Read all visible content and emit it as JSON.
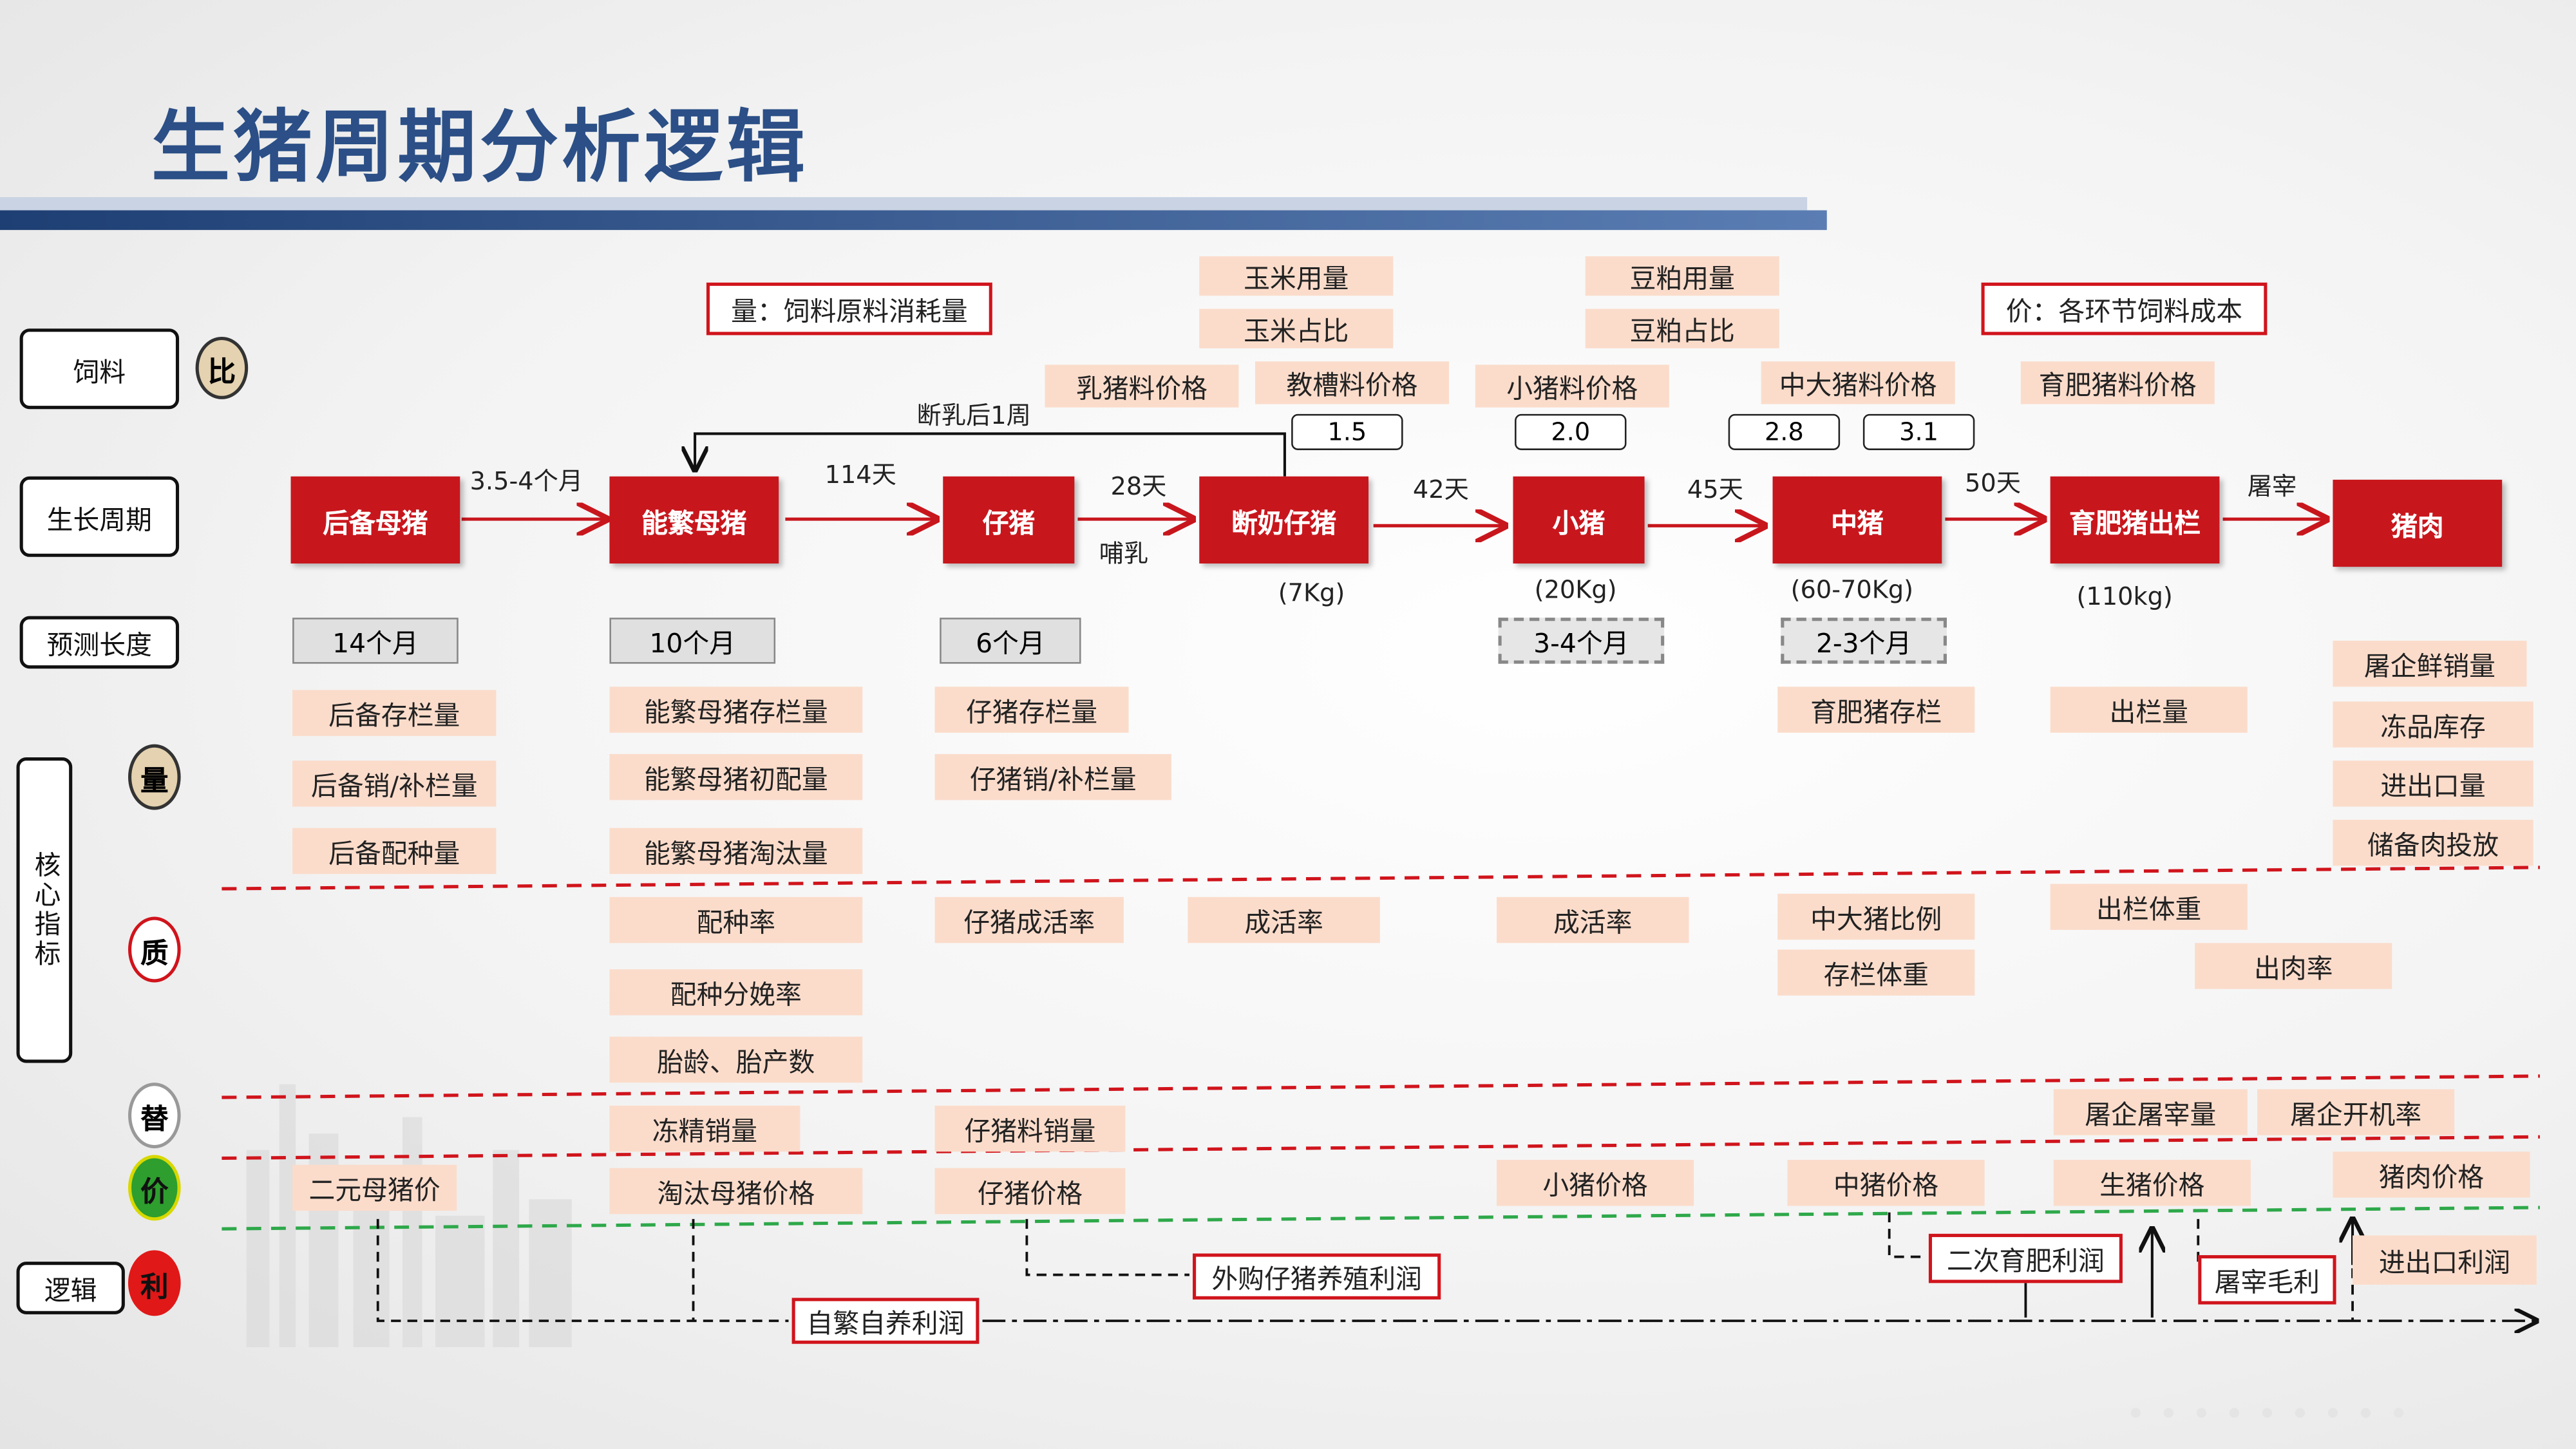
{
  "title": "生猪周期分析逻辑",
  "row_labels": {
    "feed": "饲料",
    "cycle": "生长周期",
    "forecast": "预测长度",
    "core": "核心指标",
    "logic": "逻辑"
  },
  "circle_labels": {
    "ratio": "比",
    "quantity": "量",
    "quality": "质",
    "substitute": "替",
    "price": "价",
    "profit": "利"
  },
  "stages": [
    "后备母猪",
    "能繁母猪",
    "仔猪",
    "断奶仔猪",
    "小猪",
    "中猪",
    "育肥猪出栏",
    "猪肉"
  ],
  "stage_links": [
    "3.5-4个月",
    "114天",
    "28天",
    "42天",
    "45天",
    "50天",
    "屠宰"
  ],
  "nursing": "哺乳",
  "weaning_note": "断乳后1周",
  "weights": [
    "(7Kg)",
    "(20Kg)",
    "(60-70Kg)",
    "(110kg)"
  ],
  "forecast": [
    "14个月",
    "10个月",
    "6个月",
    "3-4个月",
    "2-3个月"
  ],
  "feed": {
    "qty_box": "量：饲料原料消耗量",
    "price_box": "价：各环节饲料成本",
    "corn_use": "玉米用量",
    "corn_ratio": "玉米占比",
    "soy_use": "豆粕用量",
    "soy_ratio": "豆粕占比",
    "prices": [
      "乳猪料价格",
      "教槽料价格",
      "小猪料价格",
      "中大猪料价格",
      "育肥猪料价格"
    ],
    "ratios": [
      "1.5",
      "2.0",
      "2.8",
      "3.1"
    ]
  },
  "quantity": {
    "reserve": [
      "后备存栏量",
      "后备销/补栏量",
      "后备配种量"
    ],
    "sow": [
      "能繁母猪存栏量",
      "能繁母猪初配量",
      "能繁母猪淘汰量"
    ],
    "piglet": [
      "仔猪存栏量",
      "仔猪销/补栏量"
    ],
    "fattening": "育肥猪存栏",
    "slaughter_out": "出栏量",
    "pork": [
      "屠企鲜销量",
      "冻品库存",
      "进出口量",
      "储备肉投放"
    ]
  },
  "quality": {
    "sow": [
      "配种率",
      "配种分娩率",
      "胎龄、胎产数"
    ],
    "piglet": "仔猪成活率",
    "weaned": "成活率",
    "small": "成活率",
    "mid": [
      "中大猪比例",
      "存栏体重"
    ],
    "out_weight": "出栏体重",
    "meat_rate": "出肉率"
  },
  "substitute": {
    "semen": "冻精销量",
    "piglet_feed": "仔猪料销量",
    "slaughter_qty": "屠企屠宰量",
    "slaughter_rate": "屠企开机率"
  },
  "price": {
    "gilt": "二元母猪价",
    "cull": "淘汰母猪价格",
    "piglet": "仔猪价格",
    "small": "小猪价格",
    "mid": "中猪价格",
    "hog": "生猪价格",
    "pork": "猪肉价格"
  },
  "profit": {
    "self": "自繁自养利润",
    "bought": "外购仔猪养殖利润",
    "second": "二次育肥利润",
    "slaughter": "屠宰毛利",
    "import": "进出口利润"
  },
  "colors": {
    "stage_red": "#c8161d",
    "pink": "#fbdccb",
    "title_blue": "#2b4f86",
    "dash_red": "#d0141c",
    "dash_green": "#2ea84a",
    "price_circle": "#2e9e2e",
    "profit_circle": "#e01818"
  }
}
